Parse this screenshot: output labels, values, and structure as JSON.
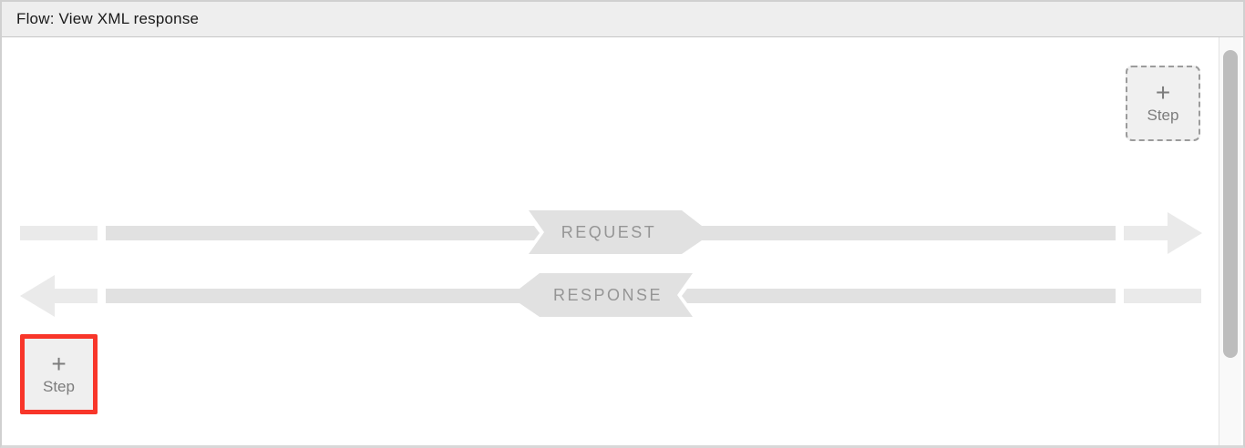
{
  "header": {
    "title": "Flow: View XML response",
    "collapse_icon": "chevrons-up-icon"
  },
  "flow": {
    "request_label": "REQUEST",
    "response_label": "RESPONSE",
    "request_direction": "right",
    "response_direction": "left"
  },
  "step_button_top": {
    "plus": "+",
    "label": "Step"
  },
  "step_button_bottom": {
    "plus": "+",
    "label": "Step",
    "highlighted": true
  },
  "colors": {
    "highlight_red": "#f8362a",
    "bar_gray": "#e1e1e1",
    "bar_light_gray": "#eaeaea",
    "header_bg": "#eeeeee",
    "label_gray": "#959595"
  }
}
